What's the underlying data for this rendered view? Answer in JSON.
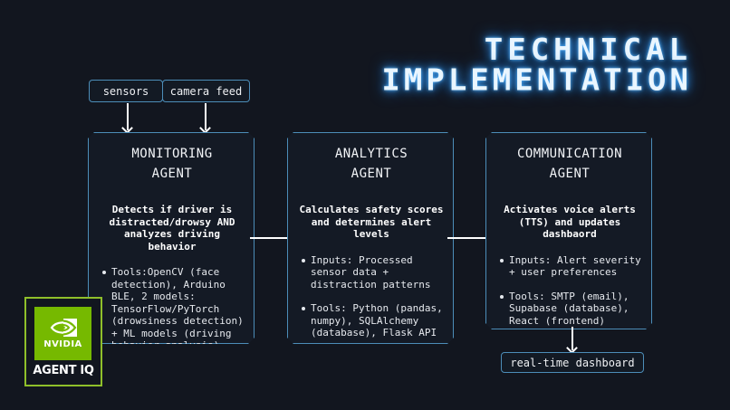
{
  "title": {
    "line1": "TECHNICAL",
    "line2": "IMPLEMENTATION",
    "glow_color": "#2f8fe8"
  },
  "inputs": [
    {
      "label": "sensors"
    },
    {
      "label": "camera feed"
    }
  ],
  "agents": [
    {
      "title_line1": "MONITORING",
      "title_line2": "AGENT",
      "description": "Detects if driver is distracted/drowsy AND analyzes driving behavior",
      "bullets": [
        "Tools:OpenCV (face detection), Arduino BLE, 2 models: TensorFlow/PyTorch (drowsiness detection) + ML models (driving behavior analysis)"
      ]
    },
    {
      "title_line1": "ANALYTICS",
      "title_line2": "AGENT",
      "description": "Calculates safety scores and determines alert levels",
      "bullets": [
        "Inputs: Processed sensor data + distraction patterns",
        "Tools: Python (pandas, numpy), SQLAlchemy (database), Flask API"
      ]
    },
    {
      "title_line1": "COMMUNICATION",
      "title_line2": "AGENT",
      "description": "Activates voice alerts (TTS) and updates dashbaord",
      "bullets": [
        "Inputs: Alert severity + user preferences",
        "Tools: SMTP (email), Supabase (database), React (frontend)"
      ]
    }
  ],
  "output": {
    "label": "real-time dashboard"
  },
  "logo": {
    "brand": "NVIDIA",
    "product": "AGENT IQ",
    "brand_color": "#76b900"
  },
  "colors": {
    "background": "#12161f",
    "box_border": "#4c8db8",
    "arrow": "#ffffff"
  }
}
